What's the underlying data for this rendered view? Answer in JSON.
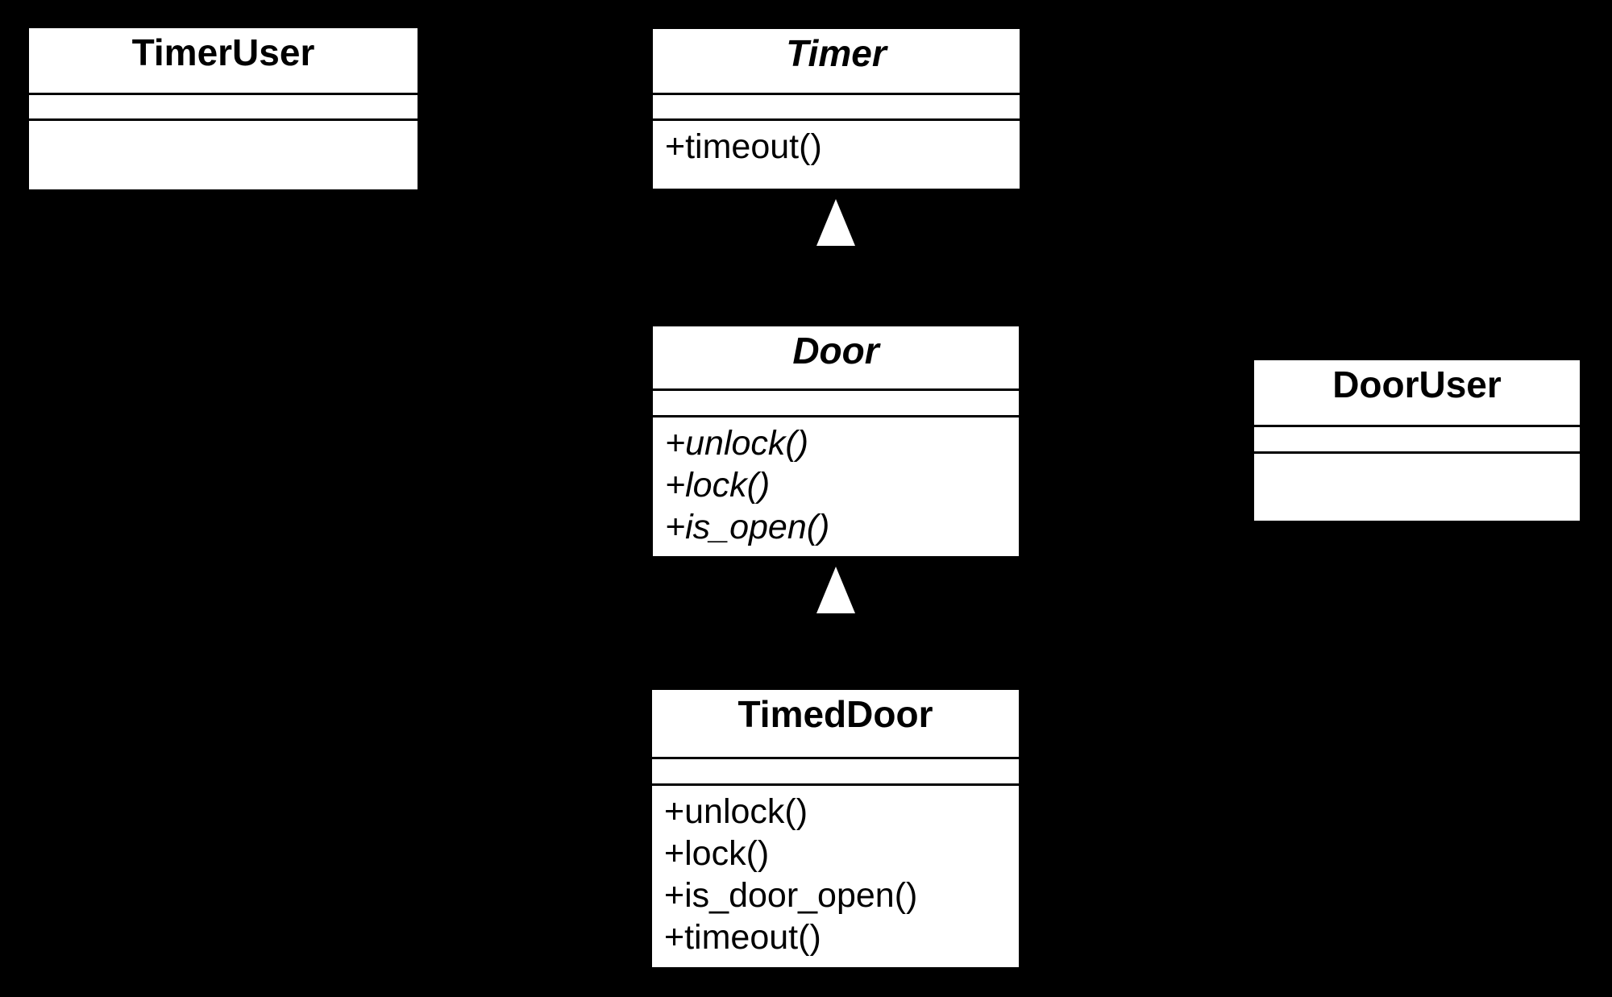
{
  "classes": [
    {
      "name": "TimerUser",
      "abstract": false,
      "attributes": [],
      "methods": []
    },
    {
      "name": "Timer",
      "abstract": true,
      "attributes": [],
      "methods": [
        "+timeout()"
      ],
      "methods_abstract": false
    },
    {
      "name": "Door",
      "abstract": true,
      "attributes": [],
      "methods": [
        "+unlock()",
        "+lock()",
        "+is_open()"
      ],
      "methods_abstract": true
    },
    {
      "name": "DoorUser",
      "abstract": false,
      "attributes": [],
      "methods": []
    },
    {
      "name": "TimedDoor",
      "abstract": false,
      "attributes": [],
      "methods": [
        "+unlock()",
        "+lock()",
        "+is_door_open()",
        "+timeout()"
      ],
      "methods_abstract": false
    }
  ],
  "relationships": [
    {
      "type": "generalization",
      "target": "Timer",
      "arrowhead": "hollow-triangle-up"
    },
    {
      "type": "generalization",
      "target": "Door",
      "arrowhead": "hollow-triangle-up"
    }
  ],
  "colors": {
    "background": "#000000",
    "box_fill": "#ffffff",
    "box_line": "#000000",
    "text": "#000000",
    "arrowhead": "#ffffff"
  }
}
